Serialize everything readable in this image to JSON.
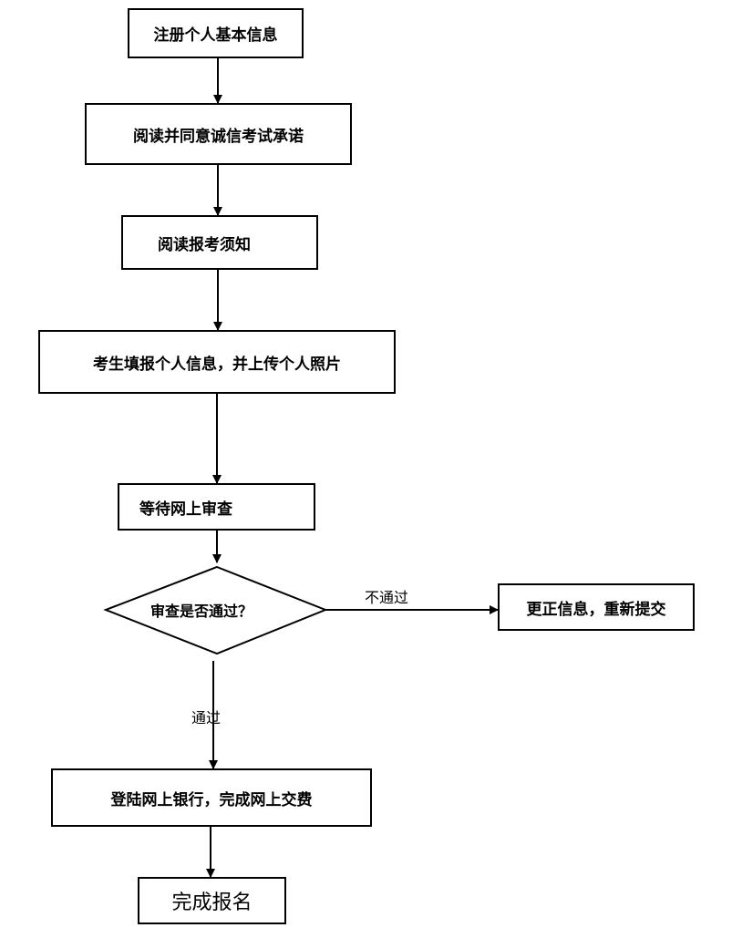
{
  "steps": {
    "register": "注册个人基本信息",
    "read_pledge": "阅读并同意诚信考试承诺",
    "read_notice": "阅读报考须知",
    "fill_info": "考生填报个人信息，并上传个人照片",
    "wait_review": "等待网上审查",
    "correct_info": "更正信息，重新提交",
    "pay": "登陆网上银行，完成网上交费",
    "done": "完成报名"
  },
  "decision": {
    "question": "审查是否通过？",
    "fail_label": "不通过",
    "pass_label": "通过"
  }
}
